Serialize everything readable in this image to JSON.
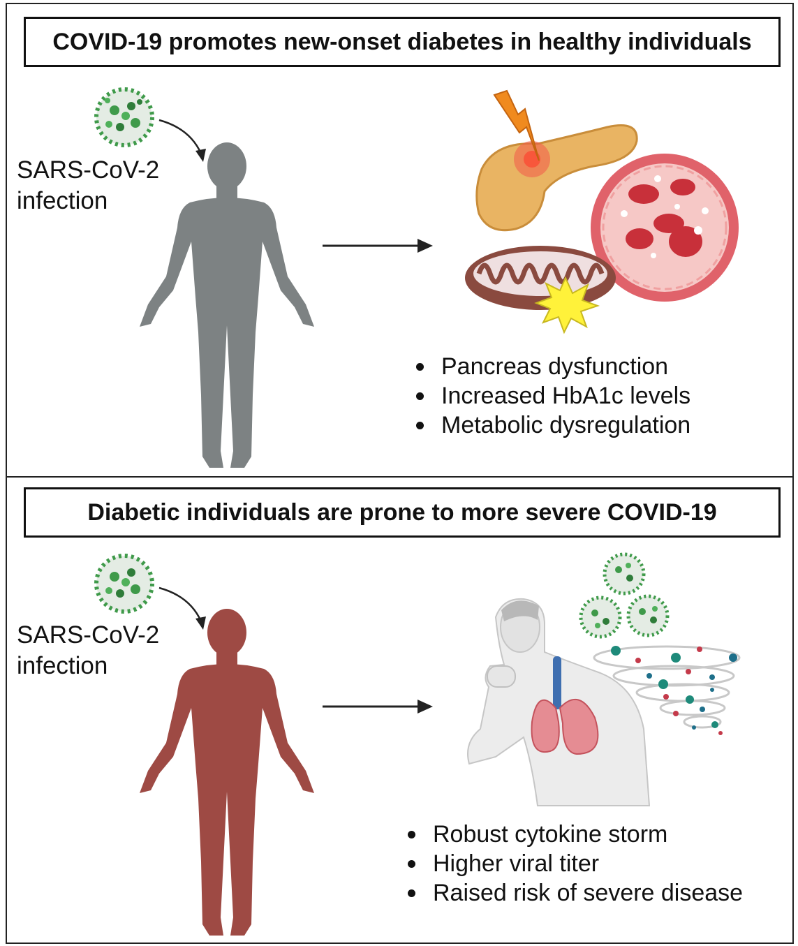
{
  "top_panel": {
    "title": "COVID-19 promotes new-onset diabetes in healthy individuals",
    "infection_label_line1": "SARS-CoV-2",
    "infection_label_line2": "infection",
    "bullets": [
      "Pancreas dysfunction",
      "Increased HbA1c levels",
      "Metabolic dysregulation"
    ]
  },
  "bottom_panel": {
    "title": "Diabetic individuals are prone to more severe COVID-19",
    "infection_label_line1": "SARS-CoV-2",
    "infection_label_line2": "infection",
    "bullets": [
      "Robust cytokine storm",
      "Higher viral titer",
      "Raised risk of severe disease"
    ]
  },
  "colors": {
    "healthy_person": "#7d8283",
    "diabetic_person": "#9e4a44",
    "virus": "#3f9a4a",
    "pancreas": "#e9b463",
    "lightning": "#f08a1e",
    "blood_vessel": "#e0626a",
    "mitochondria": "#8a4a3f",
    "lungs": "#e58c93",
    "storm": "#1e6f8a"
  },
  "icons": [
    "virus-icon",
    "curved-arrow-icon",
    "person-silhouette-icon",
    "right-arrow-icon",
    "pancreas-icon",
    "lightning-icon",
    "blood-vessel-icon",
    "mitochondria-icon",
    "coughing-patient-icon",
    "cytokine-storm-icon"
  ]
}
